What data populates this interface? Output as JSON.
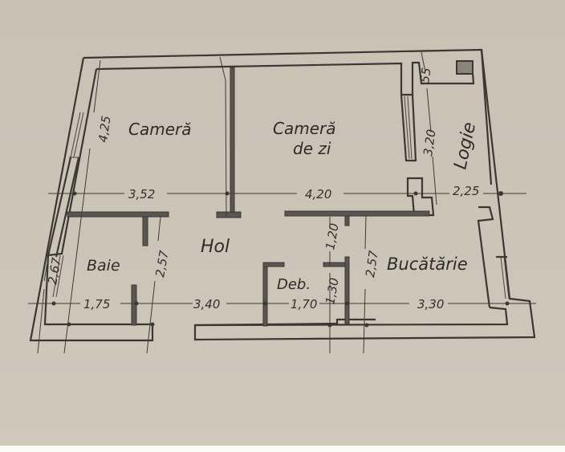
{
  "plan": {
    "type": "apartment floor plan (hand-drafted)",
    "colors": {
      "paper": "#cbc3b6",
      "ink": "#3b3733",
      "bottom_strip": "#fbfbfa"
    },
    "rooms": [
      {
        "id": "camera",
        "label": "Cameră"
      },
      {
        "id": "camera-de-zi",
        "label_line1": "Cameră",
        "label_line2": "de zi"
      },
      {
        "id": "logie",
        "label": "Logie"
      },
      {
        "id": "hol",
        "label": "Hol"
      },
      {
        "id": "baie",
        "label": "Baie"
      },
      {
        "id": "deb",
        "label": "Deb."
      },
      {
        "id": "bucatarie",
        "label": "Bucătărie"
      }
    ],
    "dimensions": {
      "camera_height": "4,25",
      "camera_width": "3,52",
      "camera_de_zi_width": "4,20",
      "logie_width": "2,25",
      "logie_length": "3,20",
      "logie_offset": "55",
      "baie_left_height": "2,67",
      "baie_right_height": "2,57",
      "baie_width": "1,75",
      "hol_width": "3,40",
      "deb_width": "1,70",
      "deb_height": "1,30",
      "hol_passage": "1,20",
      "bucatarie_height": "2,57",
      "bucatarie_width": "3,30"
    }
  }
}
